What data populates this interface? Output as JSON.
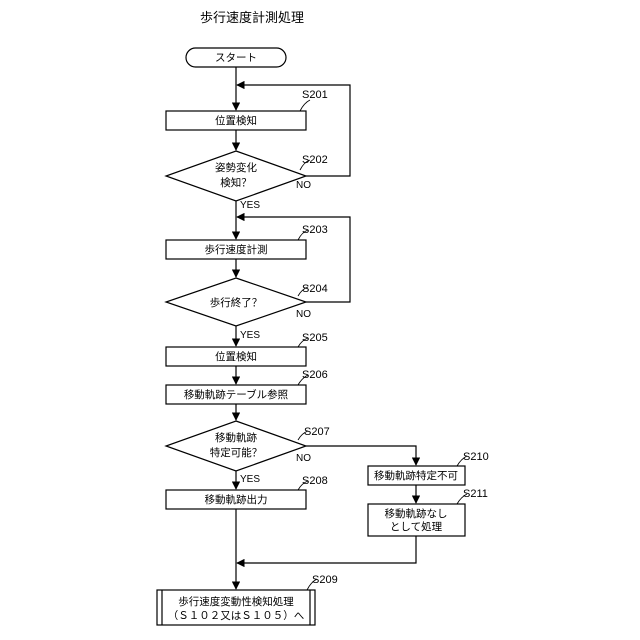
{
  "title": "歩行速度計測処理",
  "start": "スタート",
  "steps": {
    "s201": {
      "id": "S201",
      "label": "位置検知"
    },
    "s202": {
      "id": "S202",
      "line1": "姿勢変化",
      "line2": "検知？"
    },
    "s203": {
      "id": "S203",
      "label": "歩行速度計測"
    },
    "s204": {
      "id": "S204",
      "label": "歩行終了？"
    },
    "s205": {
      "id": "S205",
      "label": "位置検知"
    },
    "s206": {
      "id": "S206",
      "label": "移動軌跡テーブル参照"
    },
    "s207": {
      "id": "S207",
      "line1": "移動軌跡",
      "line2": "特定可能？"
    },
    "s208": {
      "id": "S208",
      "label": "移動軌跡出力"
    },
    "s209": {
      "id": "S209",
      "line1": "歩行速度変動性検知処理",
      "line2": "（Ｓ１０２又はＳ１０５）へ"
    },
    "s210": {
      "id": "S210",
      "label": "移動軌跡特定不可"
    },
    "s211": {
      "id": "S211",
      "line1": "移動軌跡なし",
      "line2": "として処理"
    }
  },
  "labels": {
    "yes": "YES",
    "no": "NO"
  }
}
